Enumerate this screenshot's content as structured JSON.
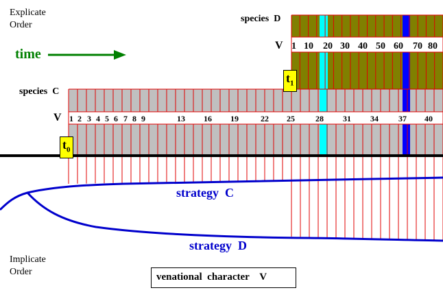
{
  "labels": {
    "explicate": [
      "Explicate",
      "Order"
    ],
    "implicate": [
      "Implicate",
      "Order"
    ],
    "time": "time",
    "species_d": "species  D",
    "species_c": "species  C",
    "v_top": "V",
    "v_bottom": "V",
    "t1": "t",
    "t1_sub": "1",
    "t0": "t",
    "t0_sub": "0",
    "strategy_c": "strategy  C",
    "strategy_d": "strategy  D",
    "venational": "venational  character    V"
  },
  "species_d_ticks": [
    "1",
    "10",
    "20",
    "30",
    "40",
    "50",
    "60",
    "70",
    "80"
  ],
  "species_c_ticks": [
    "1",
    "2",
    "3",
    "4",
    "5",
    "6",
    "7",
    "8",
    "9",
    "13",
    "16",
    "19",
    "22",
    "25",
    "28",
    "31",
    "34",
    "37",
    "40"
  ],
  "colors": {
    "species_d_fill": "#808000",
    "species_c_fill": "#c0c0c0",
    "grid_line": "#e00000",
    "highlight_cyan": "#00ffff",
    "highlight_blue": "#0000ff",
    "time_arrow": "#008000",
    "strategy": "#0000cc",
    "badge": "#ffff00"
  }
}
